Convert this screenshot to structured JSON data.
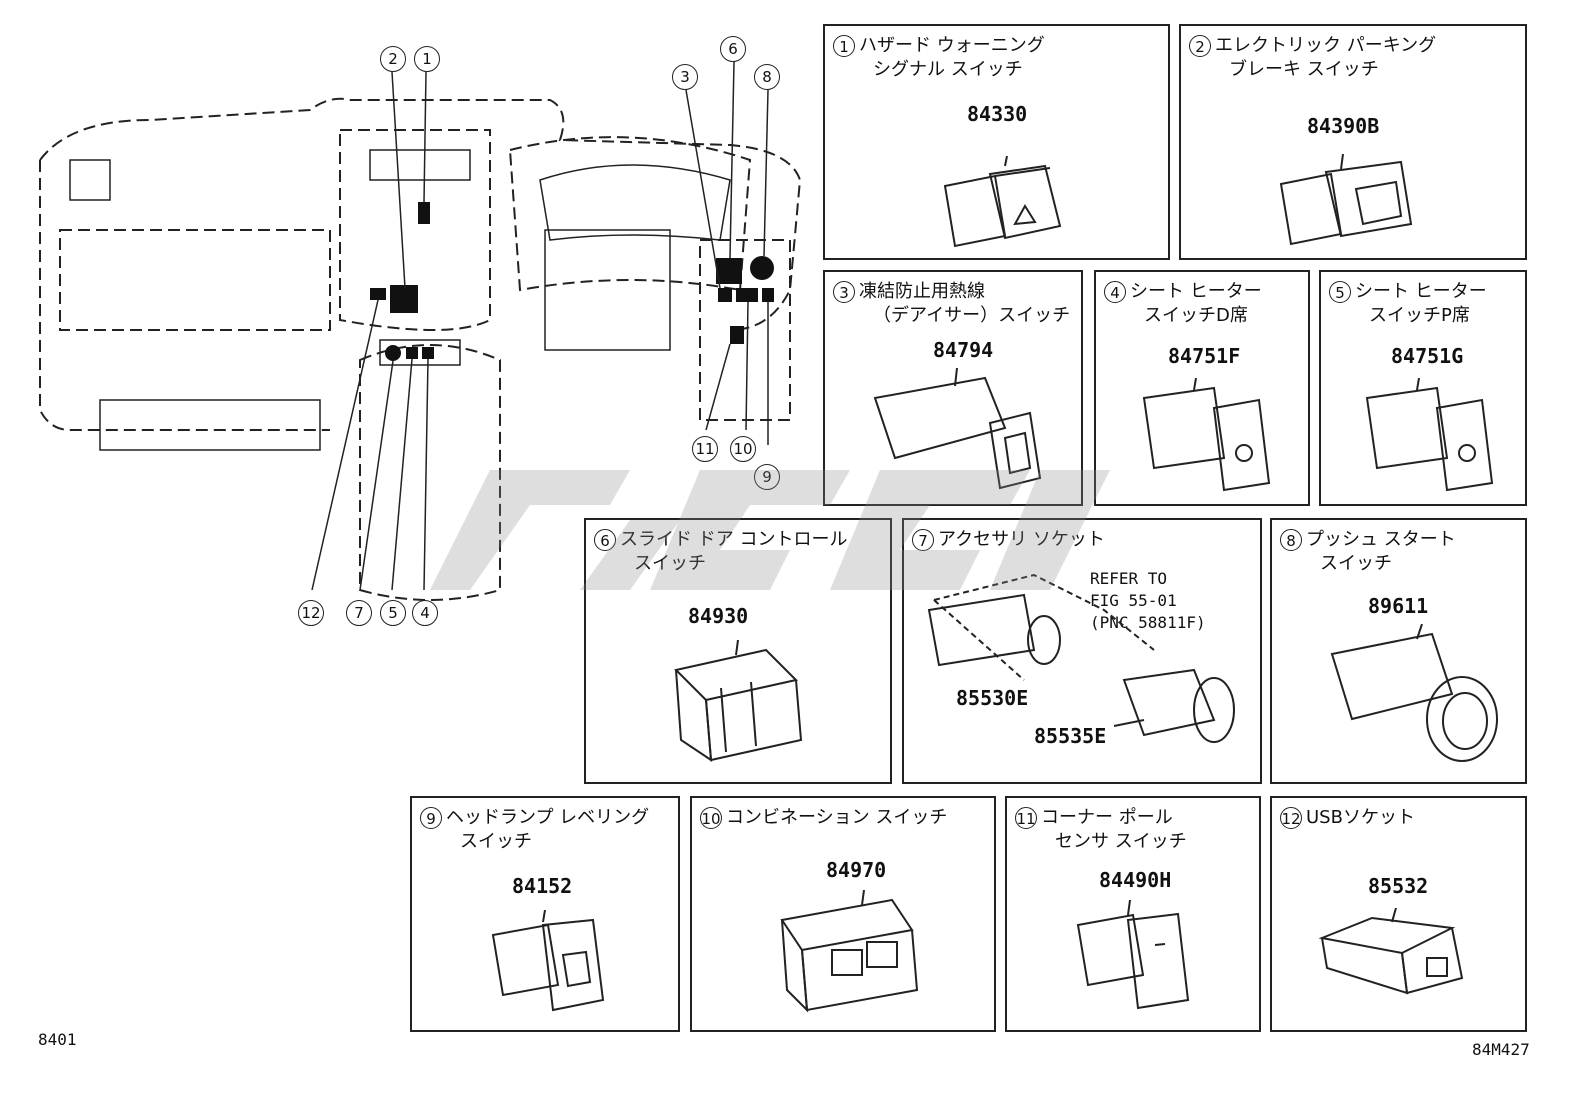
{
  "panels": [
    {
      "id": "1",
      "title": [
        "ハザード ウォーニング",
        "シグナル スイッチ"
      ],
      "part": "84330"
    },
    {
      "id": "2",
      "title": [
        "エレクトリック パーキング",
        "ブレーキ スイッチ"
      ],
      "part": "84390B"
    },
    {
      "id": "3",
      "title": [
        "凍結防止用熱線",
        "（デアイサー）スイッチ"
      ],
      "part": "84794"
    },
    {
      "id": "4",
      "title": [
        "シート ヒーター",
        "スイッチD席"
      ],
      "part": "84751F"
    },
    {
      "id": "5",
      "title": [
        "シート ヒーター",
        "スイッチP席"
      ],
      "part": "84751G"
    },
    {
      "id": "6",
      "title": [
        "スライド ドア コントロール",
        "スイッチ"
      ],
      "part": "84930"
    },
    {
      "id": "7",
      "title": [
        "アクセサリ ソケット",
        ""
      ],
      "part": "85530E",
      "part2": "85535E",
      "refer": "REFER TO\nFIG 55-01\n(PNC 58811F)"
    },
    {
      "id": "8",
      "title": [
        "プッシュ スタート",
        "スイッチ"
      ],
      "part": "89611"
    },
    {
      "id": "9",
      "title": [
        "ヘッドランプ レベリング",
        "スイッチ"
      ],
      "part": "84152"
    },
    {
      "id": "10",
      "title": [
        "コンビネーション スイッチ",
        ""
      ],
      "part": "84970"
    },
    {
      "id": "11",
      "title": [
        "コーナー ポール",
        "センサ スイッチ"
      ],
      "part": "84490H"
    },
    {
      "id": "12",
      "title": [
        "USBソケット",
        ""
      ],
      "part": "85532"
    }
  ],
  "callouts": [
    "1",
    "2",
    "3",
    "4",
    "5",
    "6",
    "7",
    "8",
    "9",
    "10",
    "11",
    "12"
  ],
  "corner_left": "8401",
  "corner_right": "84M427"
}
